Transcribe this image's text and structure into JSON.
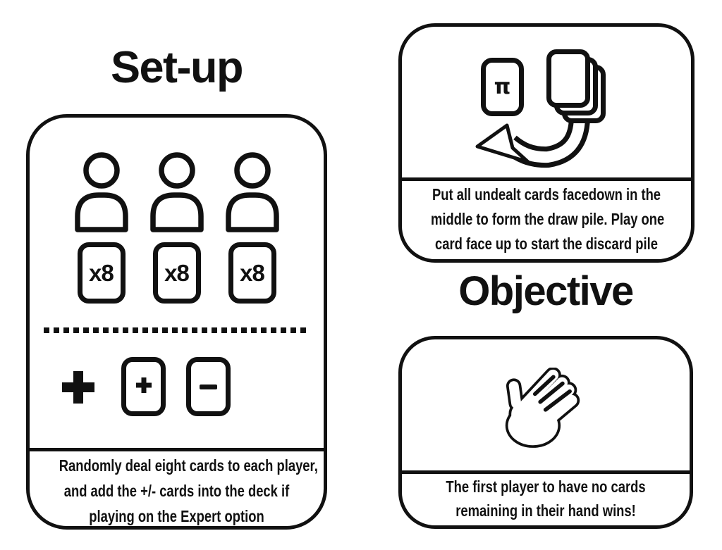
{
  "colors": {
    "ink": "#111111",
    "paper": "#ffffff"
  },
  "icons": {
    "players": "person-icon",
    "deal_cards": "card-icon",
    "divider": "dotted-divider",
    "big_plus": "plus-icon",
    "draw_pile": "card-stack-icon",
    "pi_card": "pi-card-icon",
    "arrow": "curved-arrow-icon",
    "win": "waving-hand-icon"
  },
  "setup": {
    "title": "Set-up",
    "player_count": 3,
    "player_card_labels": [
      "x8",
      "x8",
      "x8"
    ],
    "expert_symbols": {
      "big_plus": "+",
      "plus_card": "+",
      "minus_card": "-"
    },
    "caption_lines": [
      "Randomly deal eight cards to each player,",
      "and add the +/- cards into the deck if",
      "playing on the Expert option"
    ]
  },
  "draw_pile": {
    "card_symbol": "π",
    "caption_lines": [
      "Put all undealt cards facedown in the",
      "middle to form the draw pile. Play one",
      "card face up to start the discard pile"
    ]
  },
  "objective": {
    "title": "Objective",
    "caption_lines": [
      "The first player to have no cards",
      "remaining in their hand wins!"
    ]
  }
}
